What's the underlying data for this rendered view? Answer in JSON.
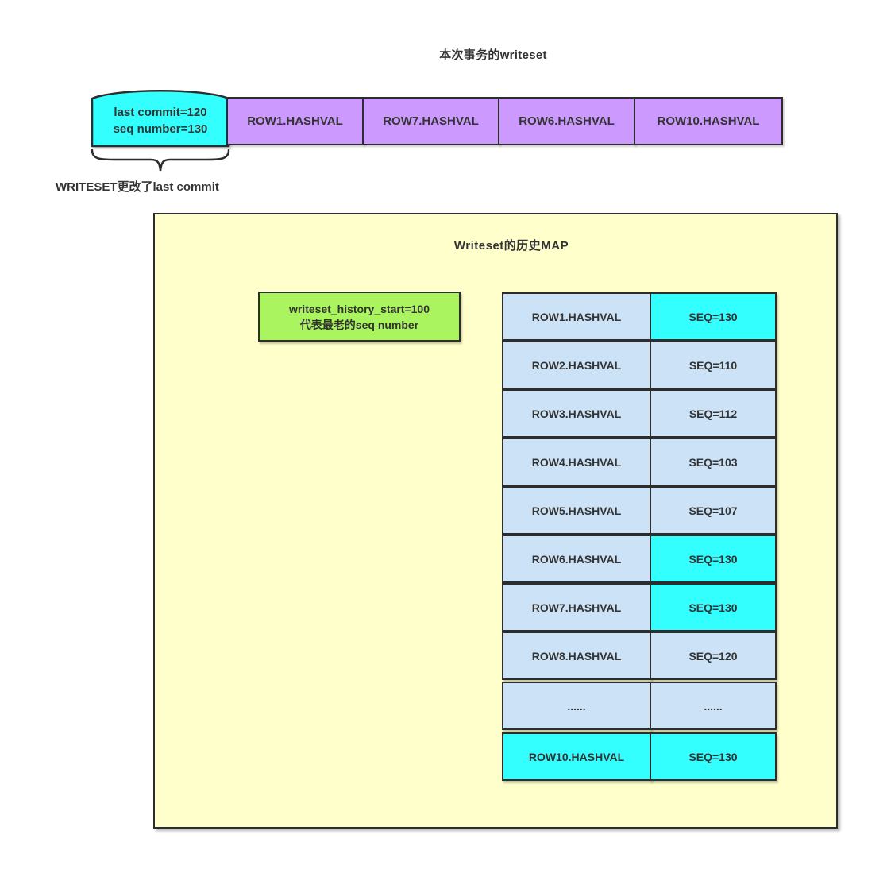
{
  "title": "本次事务的writeset",
  "writeset": {
    "meta": {
      "line1": "last commit=120",
      "line2": "seq number=130"
    },
    "cells": [
      "ROW1.HASHVAL",
      "ROW7.HASHVAL",
      "ROW6.HASHVAL",
      "ROW10.HASHVAL"
    ]
  },
  "brace_label": "WRITESET更改了last commit",
  "history_map": {
    "title": "Writeset的历史MAP",
    "note": {
      "line1": "writeset_history_start=100",
      "line2": "代表最老的seq number"
    },
    "rows": [
      {
        "hash": "ROW1.HASHVAL",
        "seq": "SEQ=130",
        "hash_highlight": false,
        "seq_highlight": true
      },
      {
        "hash": "ROW2.HASHVAL",
        "seq": "SEQ=110",
        "hash_highlight": false,
        "seq_highlight": false
      },
      {
        "hash": "ROW3.HASHVAL",
        "seq": "SEQ=112",
        "hash_highlight": false,
        "seq_highlight": false
      },
      {
        "hash": "ROW4.HASHVAL",
        "seq": "SEQ=103",
        "hash_highlight": false,
        "seq_highlight": false
      },
      {
        "hash": "ROW5.HASHVAL",
        "seq": "SEQ=107",
        "hash_highlight": false,
        "seq_highlight": false
      },
      {
        "hash": "ROW6.HASHVAL",
        "seq": "SEQ=130",
        "hash_highlight": false,
        "seq_highlight": true
      },
      {
        "hash": "ROW7.HASHVAL",
        "seq": "SEQ=130",
        "hash_highlight": false,
        "seq_highlight": true
      },
      {
        "hash": "ROW8.HASHVAL",
        "seq": "SEQ=120",
        "hash_highlight": false,
        "seq_highlight": false
      },
      {
        "hash": "......",
        "seq": "......",
        "hash_highlight": false,
        "seq_highlight": false
      },
      {
        "hash": "ROW10.HASHVAL",
        "seq": "SEQ=130",
        "hash_highlight": true,
        "seq_highlight": true
      }
    ]
  },
  "colors": {
    "cyan": "#33FFFF",
    "purple": "#CC99FF",
    "light_blue": "#CCE3F7",
    "yellow": "#FFFFCC",
    "green": "#AAF45F",
    "stroke": "#2D2D2D",
    "text": "#333333"
  }
}
